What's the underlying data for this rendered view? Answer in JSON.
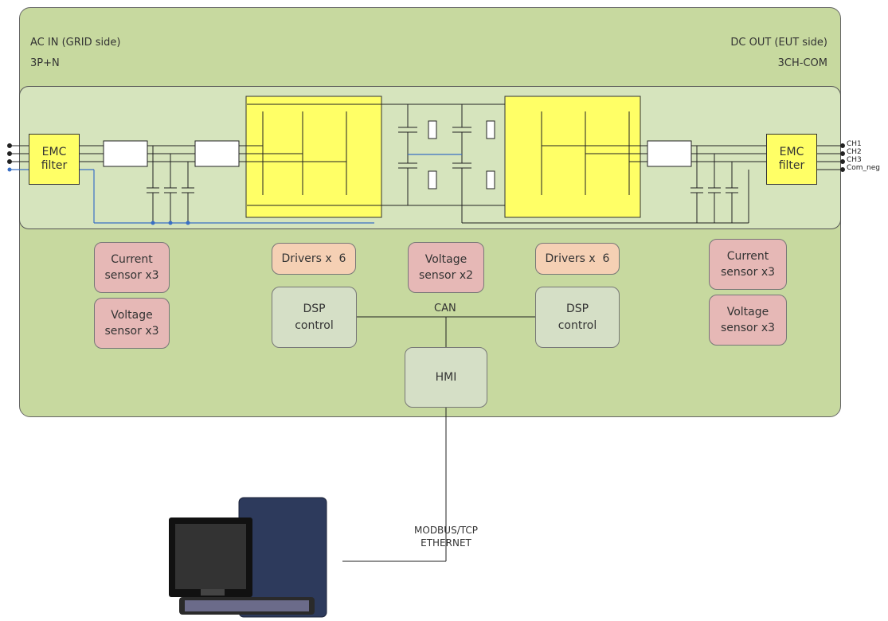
{
  "ac_in": {
    "title": "AC IN (GRID side)",
    "sub": "3P+N"
  },
  "dc_out": {
    "title": "DC OUT (EUT side)",
    "sub": "3CH-COM"
  },
  "emc_left": [
    "EMC",
    "filter"
  ],
  "emc_right": [
    "EMC",
    "filter"
  ],
  "outputs": [
    "CH1",
    "CH2",
    "CH3",
    "Com_neg"
  ],
  "sensors": {
    "current_left": [
      "Current",
      "sensor x3"
    ],
    "voltage_left": [
      "Voltage",
      "sensor x3"
    ],
    "voltage_mid": [
      "Voltage",
      "sensor x2"
    ],
    "current_right": [
      "Current",
      "sensor x3"
    ],
    "voltage_right": [
      "Voltage",
      "sensor x3"
    ]
  },
  "drivers_left": "Drivers x  6",
  "drivers_right": "Drivers x  6",
  "dsp_left": [
    "DSP",
    "control"
  ],
  "dsp_right": [
    "DSP",
    "control"
  ],
  "can_label": "CAN",
  "hmi_label": "HMI",
  "link_label": [
    "MODBUS/TCP",
    "ETHERNET"
  ]
}
